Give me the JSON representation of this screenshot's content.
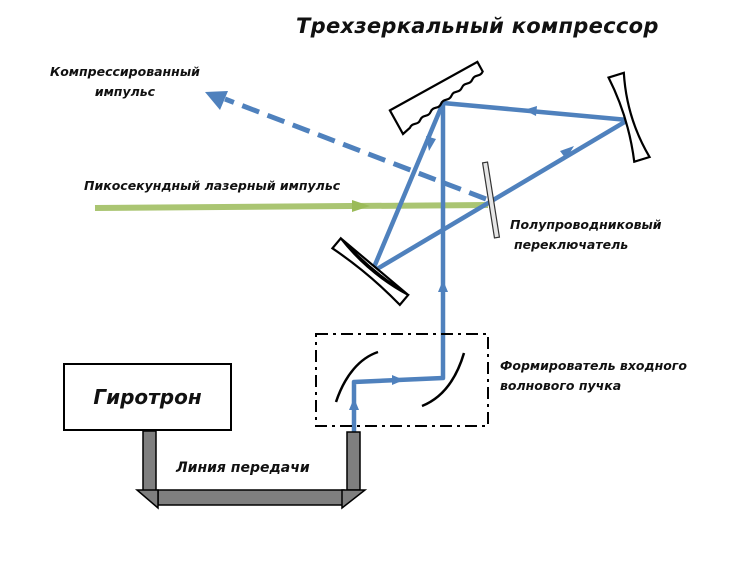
{
  "title": "Трехзеркальный компрессор",
  "labels": {
    "compressed_pulse_line1": "Компрессированный",
    "compressed_pulse_line2": "импульс",
    "laser_pulse": "Пикосекундный лазерный импульс",
    "switch_line1": "Полупроводниковый",
    "switch_line2": "переключатель",
    "beam_former_line1": "Формирователь входного",
    "beam_former_line2": "волнового пучка",
    "gyrotron": "Гиротрон",
    "transmission_line": "Линия передачи"
  },
  "colors": {
    "beam_blue": "#4f81bd",
    "laser_green": "#9bbb59",
    "waveguide_gray": "#7f7f7f",
    "outline": "#000000"
  }
}
